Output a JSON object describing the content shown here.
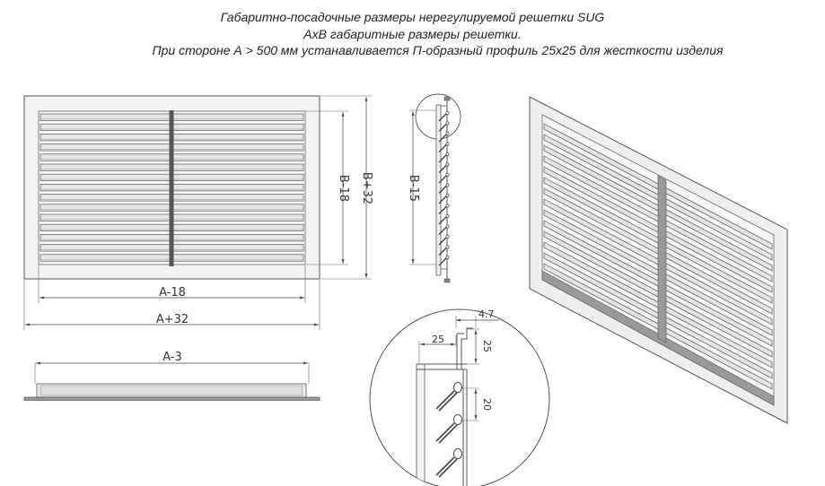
{
  "caption": {
    "line1": "Габаритно-посадочные размеры нерегулируемой решетки SUG",
    "line2": "АхВ габаритные размеры решетки.",
    "line3": "При стороне А > 500 мм устанавливается П-образный профиль 25х25 для жесткости изделия"
  },
  "dimensions": {
    "a_minus_18": "A-18",
    "a_plus_32": "A+32",
    "a_minus_3": "A-3",
    "b_minus_18": "B-18",
    "b_plus_32": "B+32",
    "b_minus_15": "B-15",
    "d_4_7": "4.7",
    "d_25_h": "25",
    "d_25_v": "25",
    "d_20": "20"
  },
  "colors": {
    "line": "#555555",
    "frame_fill": "#f3f3f3",
    "slat_fill": "#e6e6e6",
    "dark": "#444444"
  }
}
